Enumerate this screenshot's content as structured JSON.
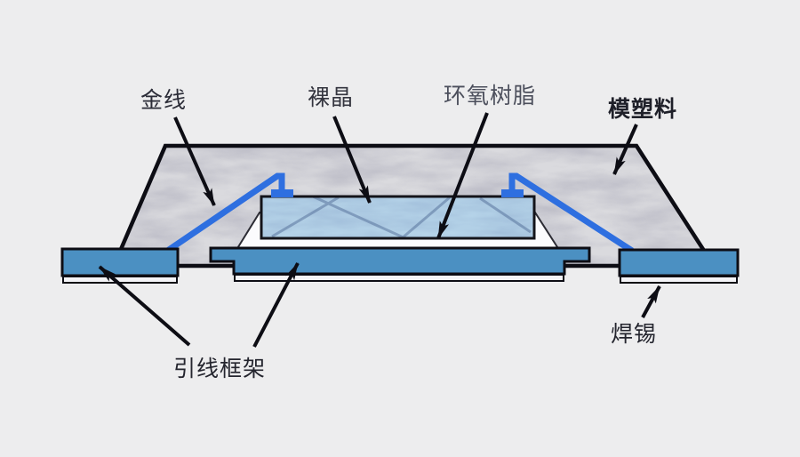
{
  "diagram": {
    "labels": {
      "gold_wire": "金线",
      "bare_die": "裸晶",
      "epoxy_resin": "环氧树脂",
      "molding_compound": "模塑料",
      "lead_frame": "引线框架",
      "solder": "焊锡"
    },
    "colors": {
      "background": "#ededee",
      "outline_black": "#0d0d14",
      "molding_fill": "#dadade",
      "die_fill": "#b6d4e9",
      "epoxy_fill": "#fbfbfd",
      "wire_blue": "#2e6fe0",
      "lead_blue": "#4b90c2",
      "solder_white": "#f4f4f7",
      "label_text": "#2e2f3a"
    }
  }
}
